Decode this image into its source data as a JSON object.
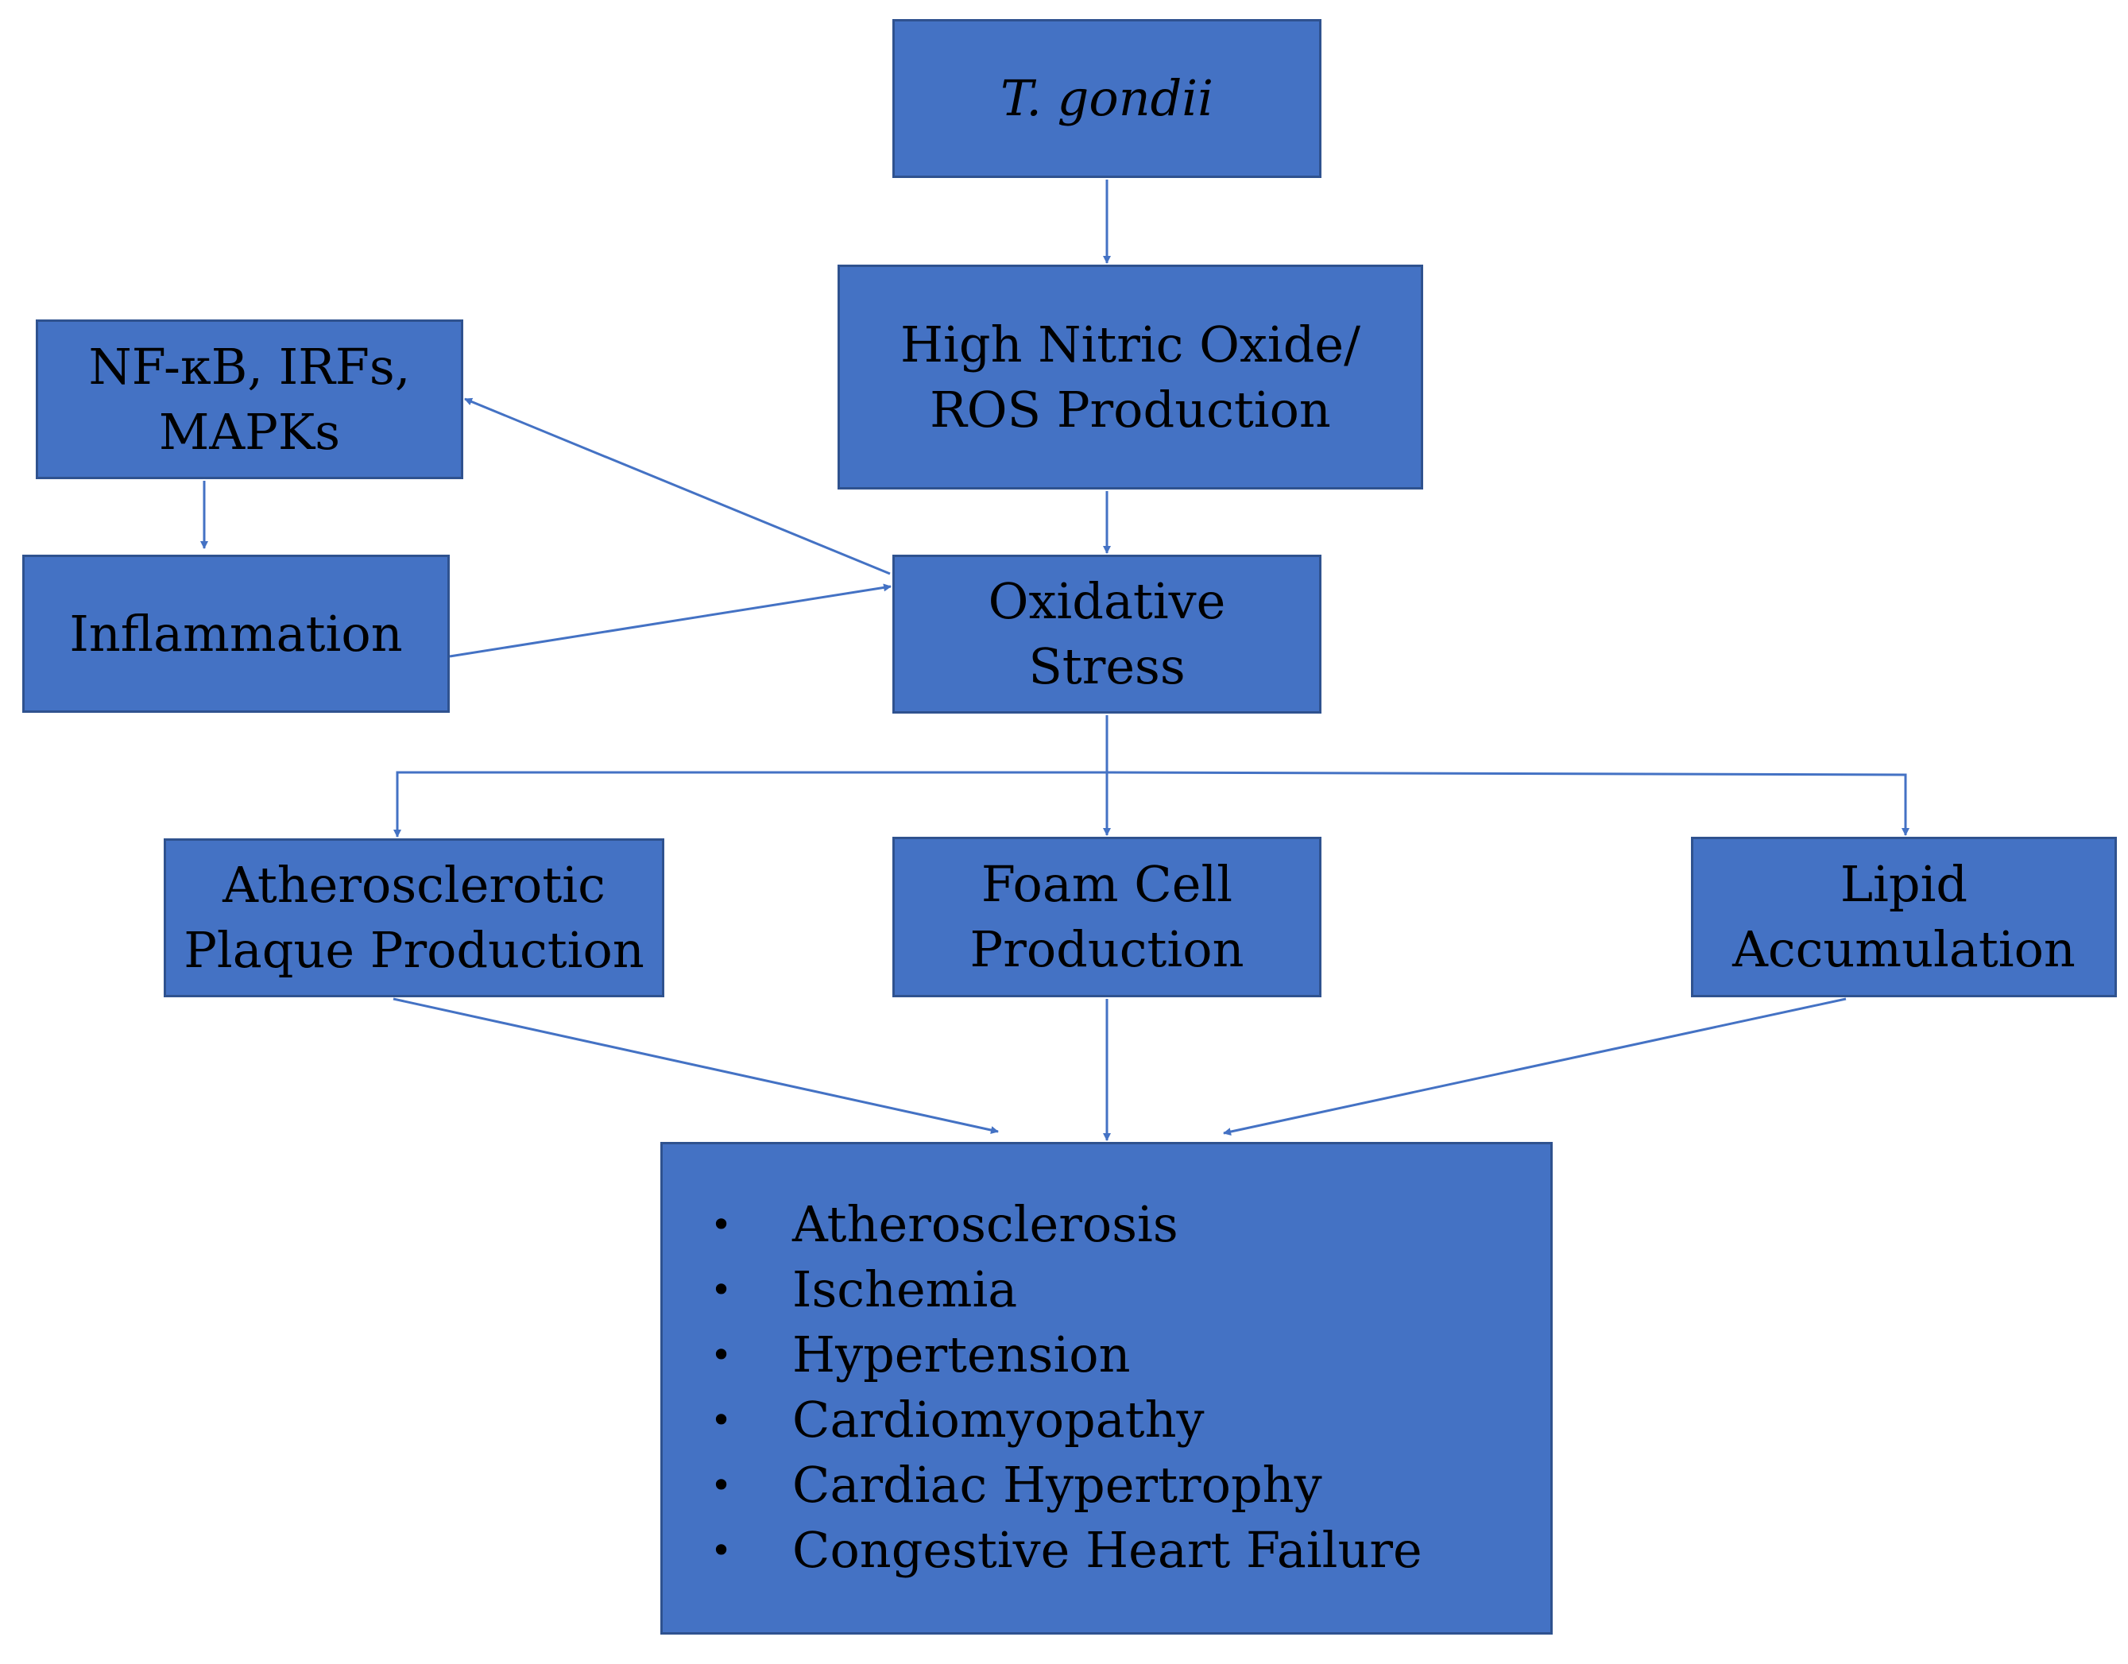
{
  "colors": {
    "box_fill": "#4472c4",
    "box_border": "#2f528f",
    "arrow": "#4472c4",
    "text": "#000000"
  },
  "nodes": {
    "t_gondii": {
      "label": "T. gondii"
    },
    "nitric_oxide": {
      "lines": [
        "High Nitric Oxide/",
        "ROS Production"
      ]
    },
    "nfkb": {
      "lines": [
        "NF-κB, IRFs,",
        "MAPKs"
      ]
    },
    "inflammation": {
      "label": "Inflammation"
    },
    "oxidative_stress": {
      "lines": [
        "Oxidative",
        "Stress"
      ]
    },
    "plaque": {
      "lines": [
        "Atherosclerotic",
        "Plaque Production"
      ]
    },
    "foam_cell": {
      "lines": [
        "Foam Cell",
        "Production"
      ]
    },
    "lipid": {
      "lines": [
        "Lipid",
        "Accumulation"
      ]
    },
    "outcomes": {
      "bullet": "•",
      "items": [
        "Atherosclerosis",
        "Ischemia",
        "Hypertension",
        "Cardiomyopathy",
        "Cardiac Hypertrophy",
        "Congestive Heart Failure"
      ]
    }
  }
}
